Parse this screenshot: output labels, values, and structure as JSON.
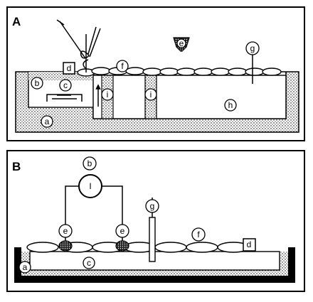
{
  "panels": [
    {
      "id": "A"
    },
    {
      "id": "B"
    }
  ],
  "panel_a": {
    "label": "A",
    "callouts": {
      "a": "a",
      "b": "b",
      "c": "c",
      "d": "d",
      "e": "e",
      "f": "f",
      "g": "g",
      "h": "h",
      "i1": "i",
      "i2": "i"
    }
  },
  "panel_b": {
    "label": "B",
    "meter_symbol": "I",
    "callouts": {
      "a": "a",
      "b": "b",
      "c": "c",
      "d": "d",
      "e1": "e",
      "e2": "e",
      "f": "f",
      "g": "g"
    }
  },
  "colors": {
    "stipple": "#000000",
    "line": "#000000",
    "background": "#ffffff"
  }
}
